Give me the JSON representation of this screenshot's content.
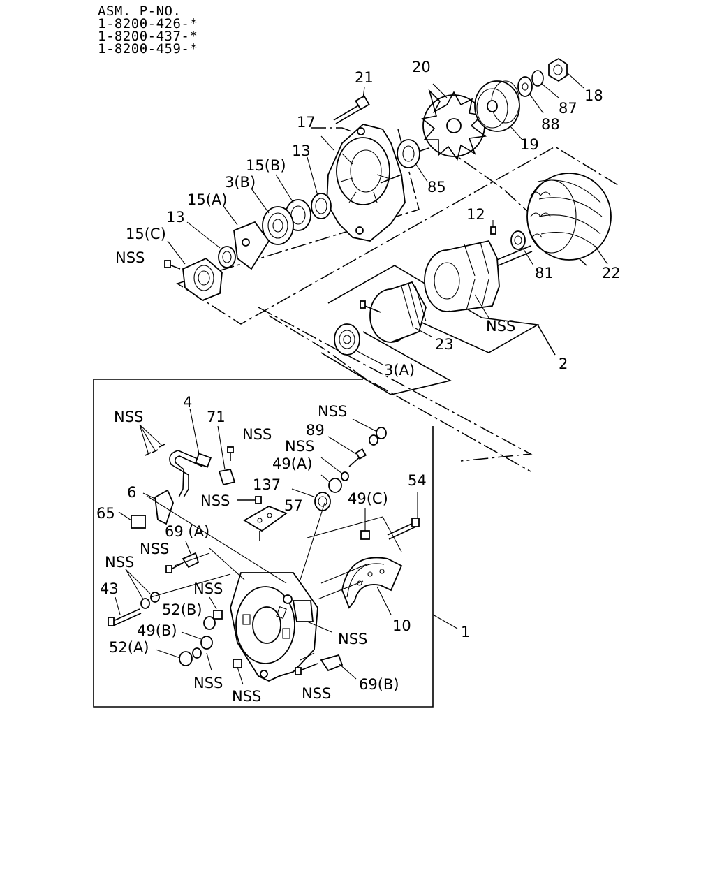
{
  "header": {
    "title": "ASM. P-NO.",
    "part_numbers": [
      "1-8200-426-*",
      "1-8200-437-*",
      "1-8200-459-*"
    ]
  },
  "callouts": {
    "c21": "21",
    "c20": "20",
    "c18": "18",
    "c87": "87",
    "c88": "88",
    "c19": "19",
    "c17": "17",
    "c13a": "13",
    "c15b": "15(B)",
    "c3b": "3(B)",
    "c15a": "15(A)",
    "c13b": "13",
    "c15c": "15(C)",
    "nss_top": "NSS",
    "c85": "85",
    "c12": "12",
    "c81": "81",
    "c22": "22",
    "nss_rotor": "NSS",
    "c23": "23",
    "c3a": "3(A)",
    "c2": "2",
    "c4": "4",
    "c71": "71",
    "nss_a": "NSS",
    "nss_b": "NSS",
    "nss_c": "NSS",
    "c89": "89",
    "nss_d": "NSS",
    "c49a": "49(A)",
    "c137": "137",
    "nss_e": "NSS",
    "c57": "57",
    "c54": "54",
    "c49c": "49(C)",
    "c6": "6",
    "c65": "65",
    "c69a": "69 (A)",
    "nss_f": "NSS",
    "nss_g": "NSS",
    "nss_h": "NSS",
    "c43": "43",
    "c52b": "52(B)",
    "c49b": "49(B)",
    "c52a": "52(A)",
    "nss_i": "NSS",
    "nss_j": "NSS",
    "nss_k": "NSS",
    "nss_l": "NSS",
    "c69b": "69(B)",
    "c10": "10",
    "c1": "1"
  }
}
